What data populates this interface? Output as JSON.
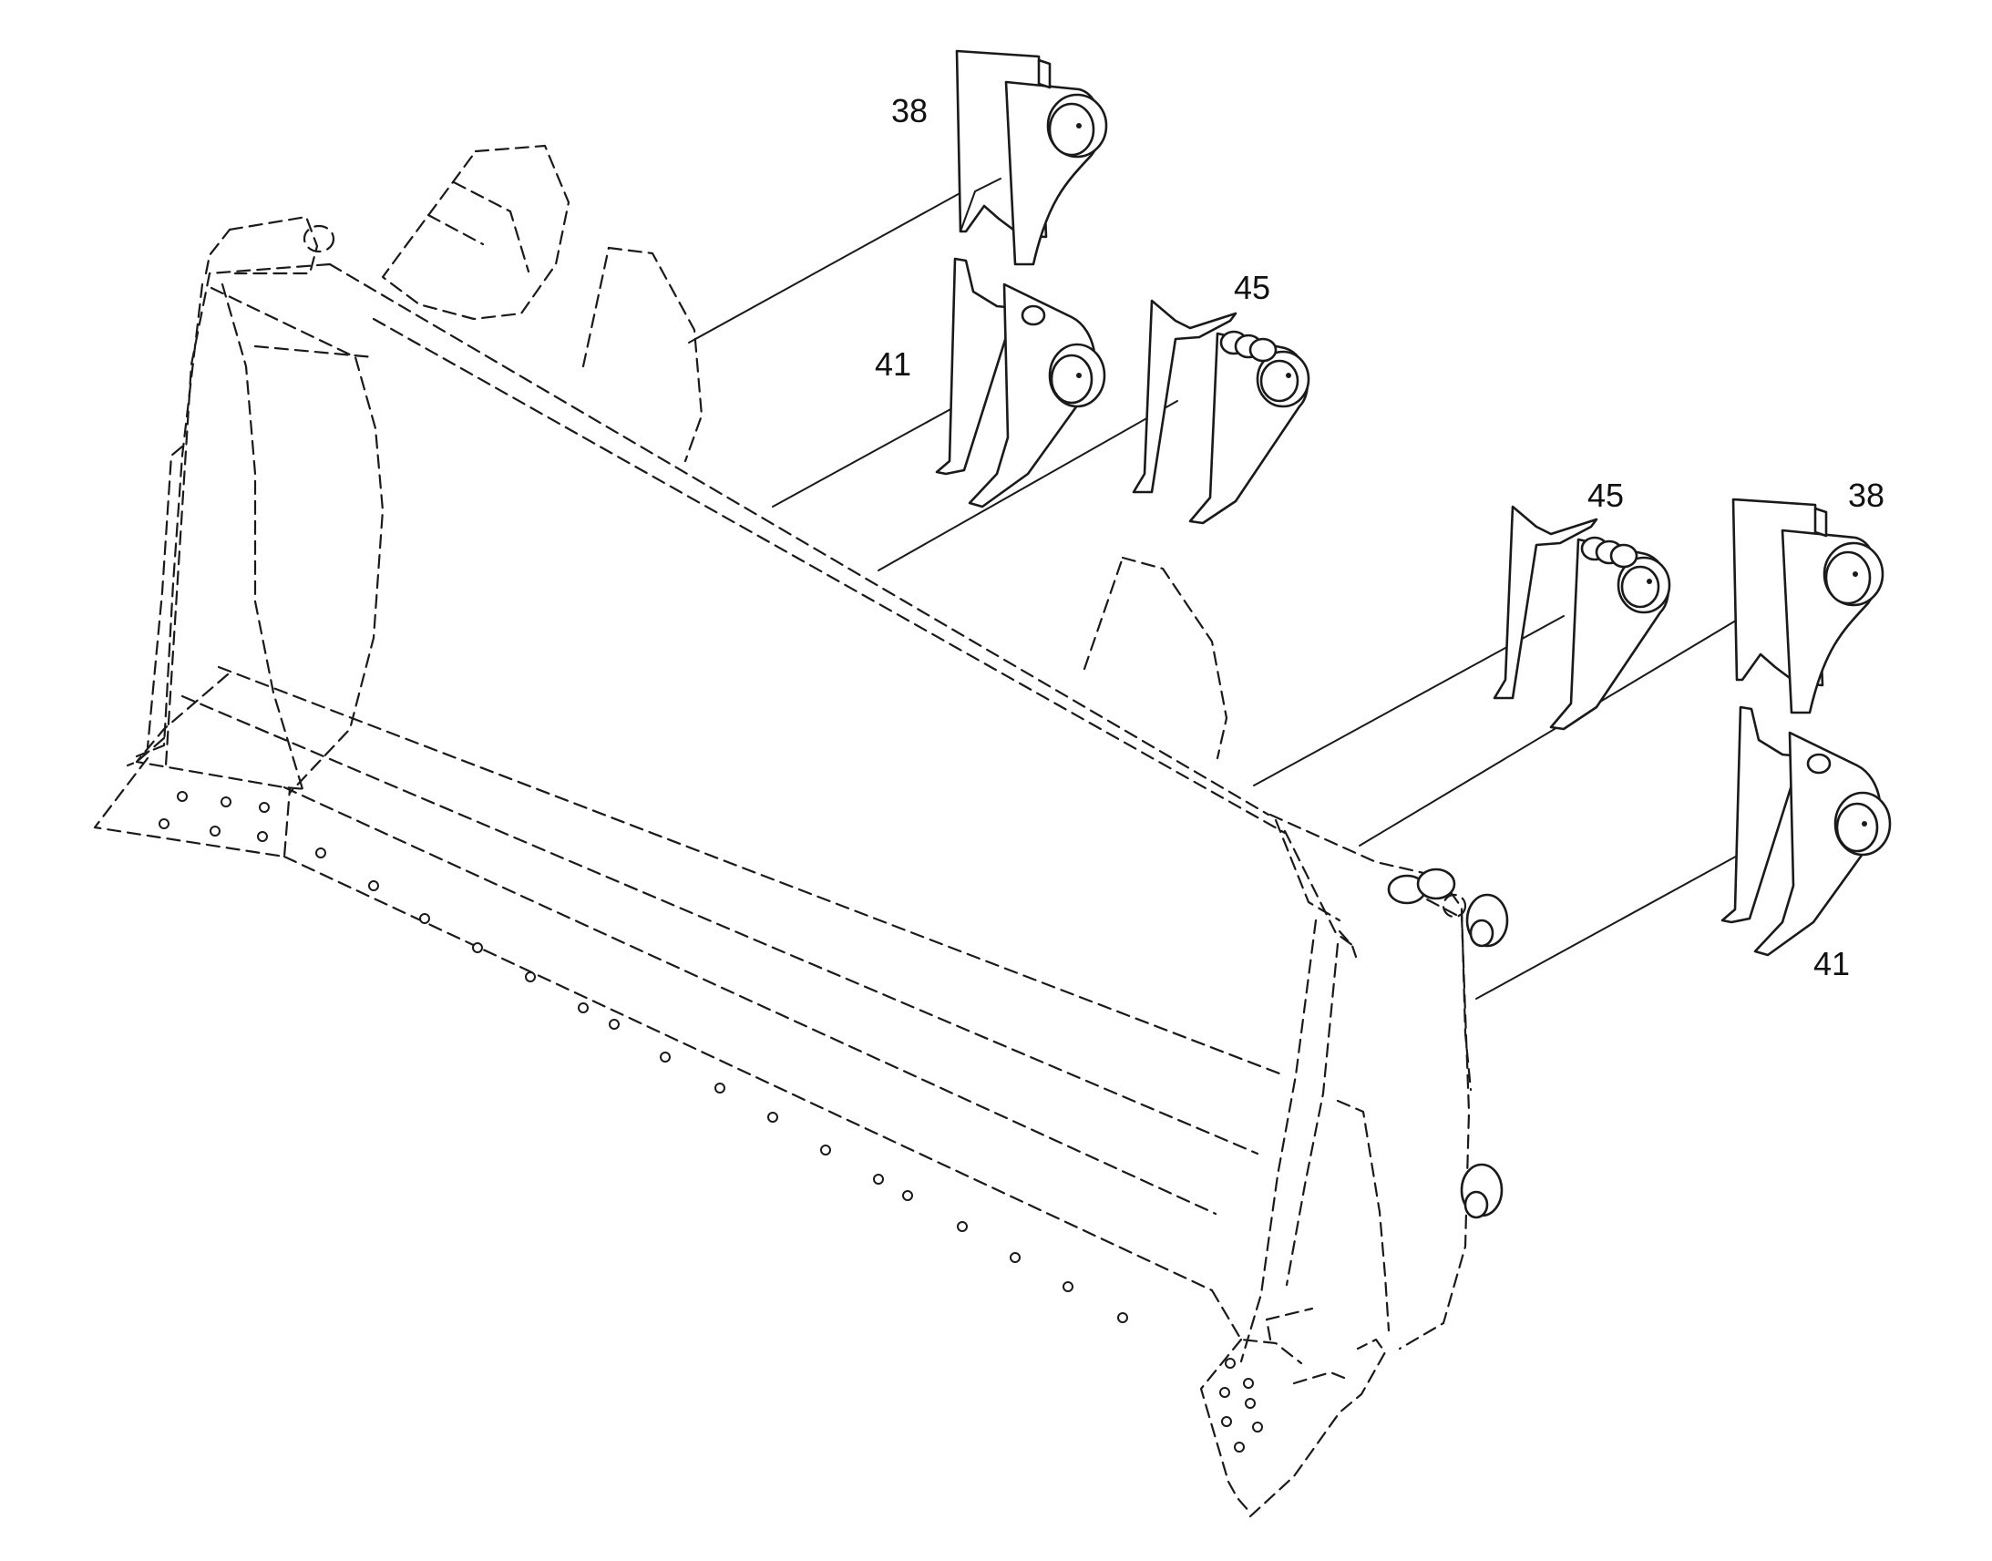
{
  "figure": {
    "reference_numerals": {
      "upper_left_38": "38",
      "upper_left_41": "41",
      "upper_middle_45": "45",
      "right_45": "45",
      "right_38": "38",
      "right_41": "41"
    }
  }
}
